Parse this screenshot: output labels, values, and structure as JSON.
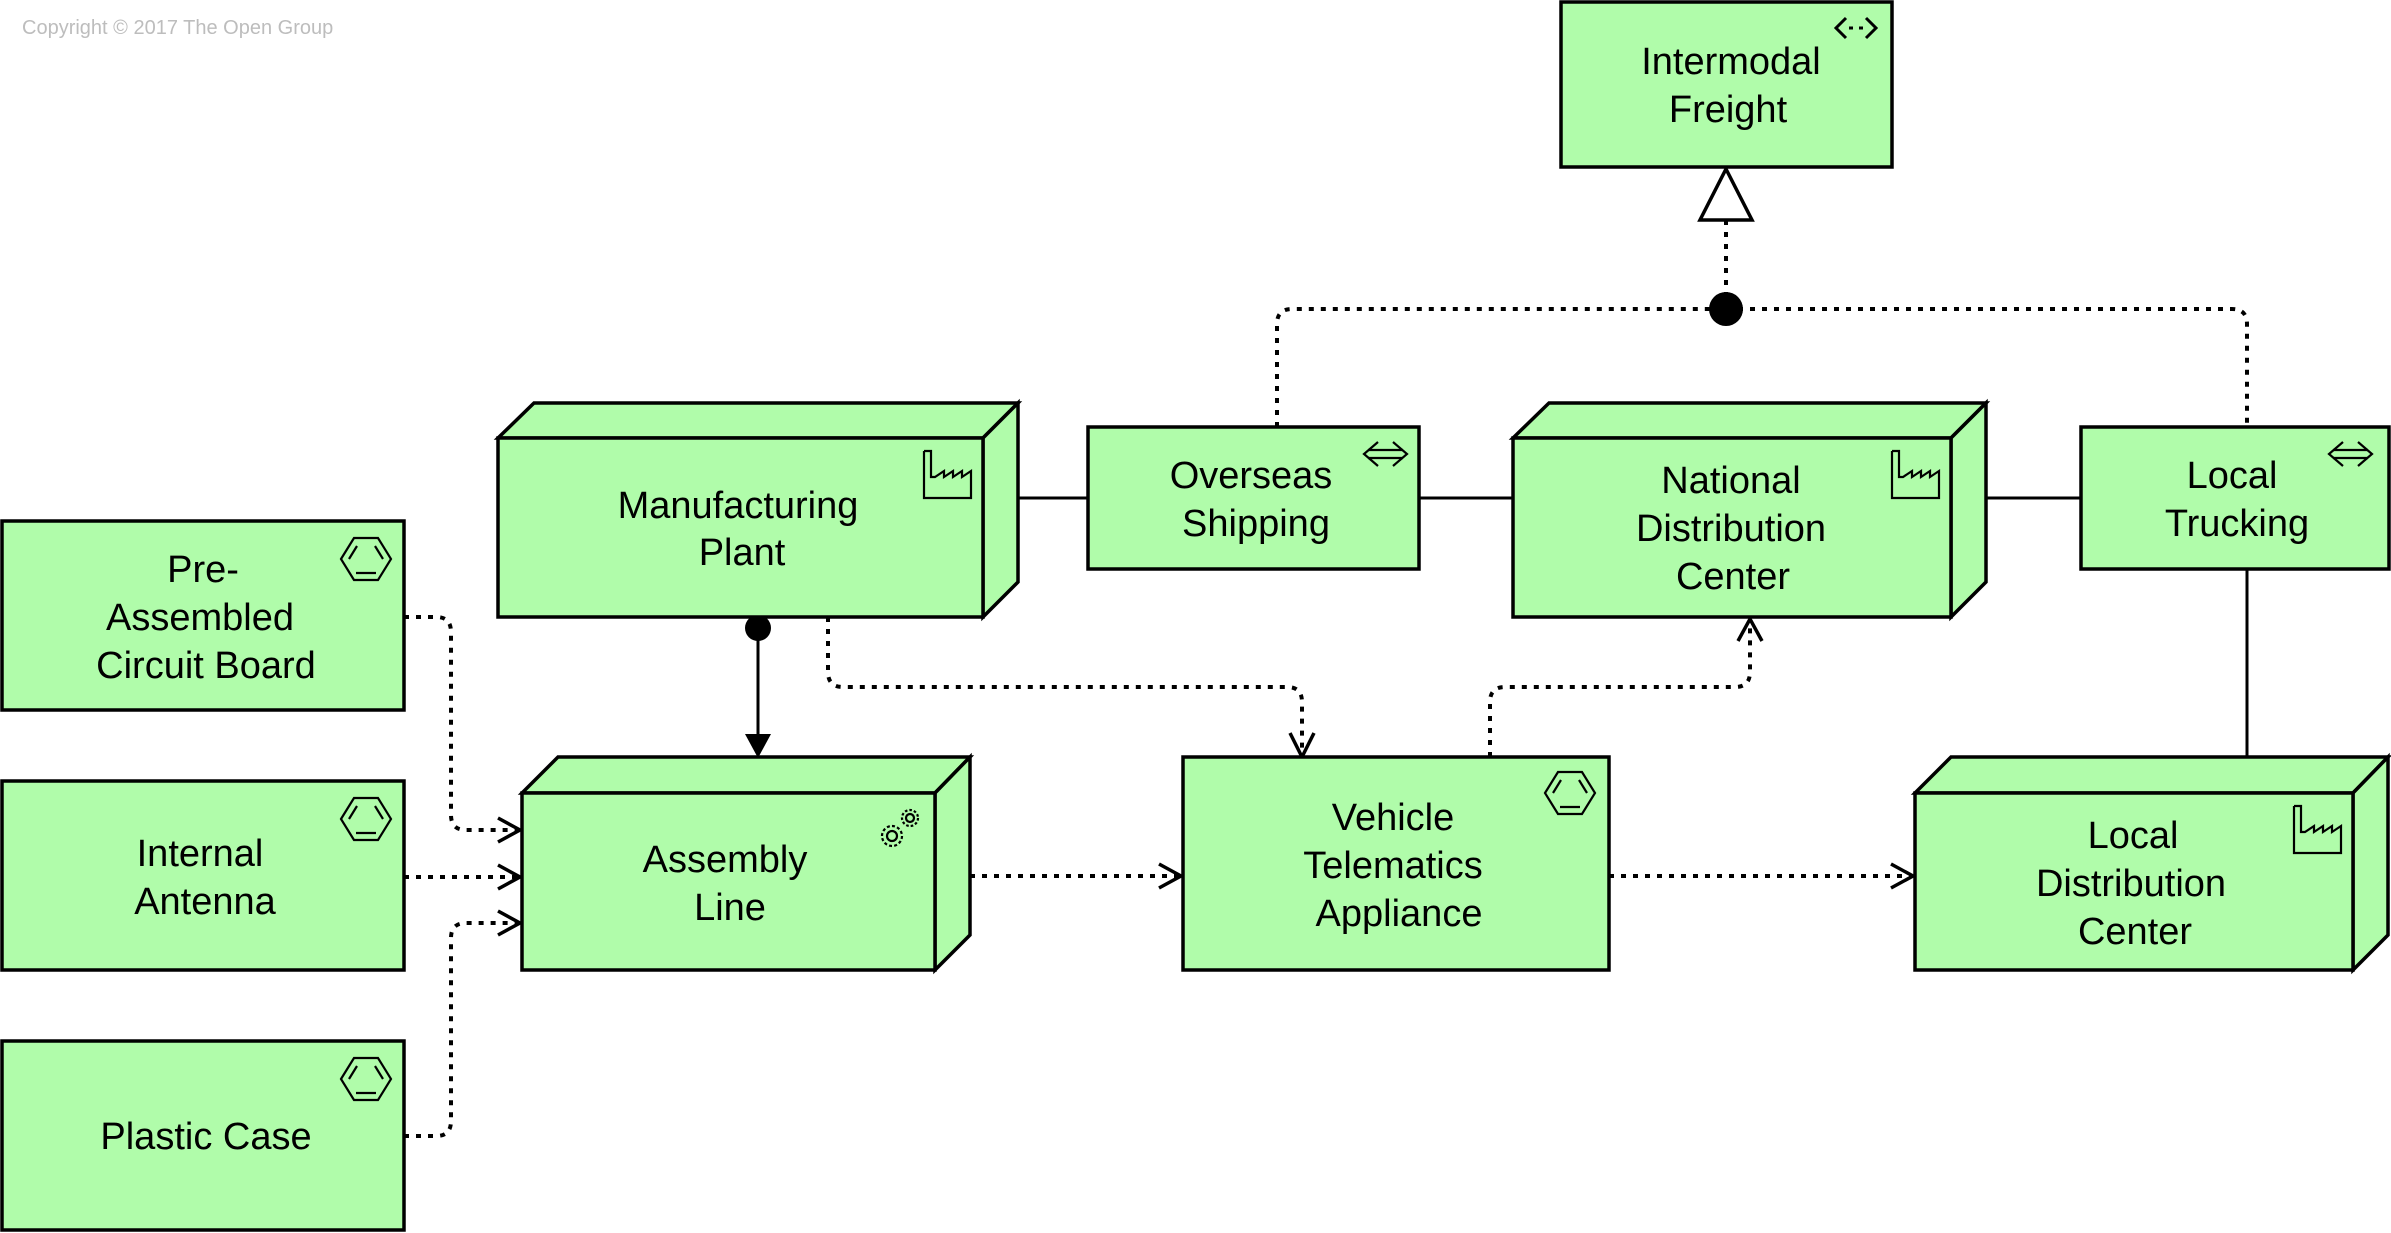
{
  "copyright": "Copyright © 2017 The Open Group",
  "colors": {
    "element_fill": "#b0fcaa",
    "stroke": "#000000",
    "copyright_text": "#bdbdbd"
  },
  "elements": {
    "intermodal_freight": {
      "lines": [
        "Intermodal",
        "Freight"
      ],
      "type": "Distribution Network / path",
      "icon": "path-icon"
    },
    "manufacturing_plant": {
      "lines": [
        "Manufacturing",
        "Plant"
      ],
      "type": "Facility",
      "icon": "factory-icon"
    },
    "overseas_shipping": {
      "lines": [
        "Overseas",
        "Shipping"
      ],
      "type": "Distribution Network",
      "icon": "bidirectional-arrow-icon"
    },
    "national_distribution_center": {
      "lines": [
        "National",
        "Distribution",
        "Center"
      ],
      "type": "Facility",
      "icon": "factory-icon"
    },
    "local_trucking": {
      "lines": [
        "Local",
        "Trucking"
      ],
      "type": "Distribution Network",
      "icon": "bidirectional-arrow-icon"
    },
    "pre_assembled_circuit_board": {
      "lines": [
        "Pre-",
        "Assembled",
        "Circuit Board"
      ],
      "type": "Material",
      "icon": "material-hexagon-icon"
    },
    "internal_antenna": {
      "lines": [
        "Internal",
        "Antenna"
      ],
      "type": "Material",
      "icon": "material-hexagon-icon"
    },
    "plastic_case": {
      "lines": [
        "Plastic Case"
      ],
      "type": "Material",
      "icon": "material-hexagon-icon"
    },
    "assembly_line": {
      "lines": [
        "Assembly",
        "Line"
      ],
      "type": "Equipment",
      "icon": "gears-icon"
    },
    "vehicle_telematics_appliance": {
      "lines": [
        "Vehicle",
        "Telematics",
        "Appliance"
      ],
      "type": "Material",
      "icon": "material-hexagon-icon"
    },
    "local_distribution_center": {
      "lines": [
        "Local",
        "Distribution",
        "Center"
      ],
      "type": "Facility",
      "icon": "factory-icon"
    }
  },
  "relationships": [
    {
      "from": "overseas_shipping",
      "to": "intermodal_freight",
      "kind": "realization (via junction)"
    },
    {
      "from": "local_trucking",
      "to": "intermodal_freight",
      "kind": "realization (via junction)"
    },
    {
      "from": "manufacturing_plant",
      "to": "overseas_shipping",
      "kind": "association"
    },
    {
      "from": "overseas_shipping",
      "to": "national_distribution_center",
      "kind": "association"
    },
    {
      "from": "national_distribution_center",
      "to": "local_trucking",
      "kind": "association"
    },
    {
      "from": "local_trucking",
      "to": "local_distribution_center",
      "kind": "association"
    },
    {
      "from": "manufacturing_plant",
      "to": "assembly_line",
      "kind": "assignment"
    },
    {
      "from": "manufacturing_plant",
      "to": "vehicle_telematics_appliance",
      "kind": "flow"
    },
    {
      "from": "pre_assembled_circuit_board",
      "to": "assembly_line",
      "kind": "flow"
    },
    {
      "from": "internal_antenna",
      "to": "assembly_line",
      "kind": "flow"
    },
    {
      "from": "plastic_case",
      "to": "assembly_line",
      "kind": "flow"
    },
    {
      "from": "assembly_line",
      "to": "vehicle_telematics_appliance",
      "kind": "flow"
    },
    {
      "from": "vehicle_telematics_appliance",
      "to": "national_distribution_center",
      "kind": "flow"
    },
    {
      "from": "vehicle_telematics_appliance",
      "to": "local_distribution_center",
      "kind": "flow"
    }
  ]
}
